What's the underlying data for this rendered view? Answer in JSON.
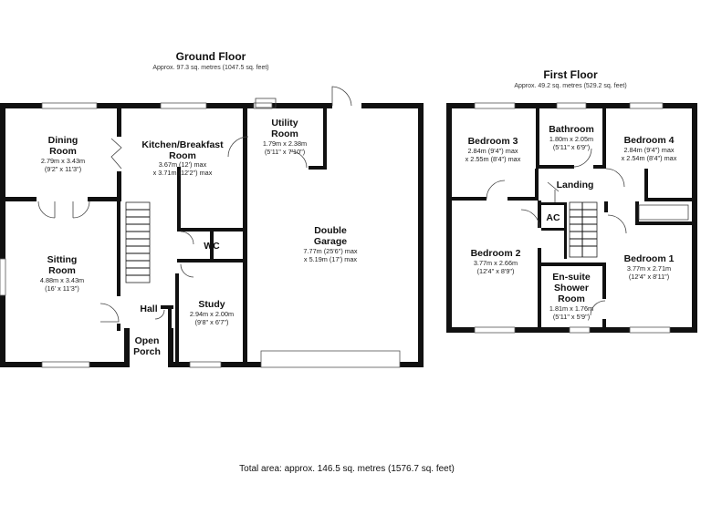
{
  "ground_floor": {
    "title": "Ground Floor",
    "area": "Approx. 97.3 sq. metres (1047.5 sq. feet)",
    "rooms": {
      "dining": {
        "name": [
          "Dining",
          "Room"
        ],
        "dims": [
          "2.79m x 3.43m",
          "(9'2\" x 11'3\")"
        ]
      },
      "kitchen": {
        "name": [
          "Kitchen/Breakfast",
          "Room"
        ],
        "dims": [
          "3.67m (12') max",
          "x 3.71m (12'2\") max"
        ]
      },
      "utility": {
        "name": [
          "Utility",
          "Room"
        ],
        "dims": [
          "1.79m x 2.38m",
          "(5'11\" x 7'10\")"
        ]
      },
      "garage": {
        "name": [
          "Double",
          "Garage"
        ],
        "dims": [
          "7.77m (25'6\") max",
          "x 5.19m (17') max"
        ]
      },
      "wc": {
        "name": [
          "WC"
        ],
        "dims": []
      },
      "sitting": {
        "name": [
          "Sitting",
          "Room"
        ],
        "dims": [
          "4.88m x 3.43m",
          "(16' x 11'3\")"
        ]
      },
      "hall": {
        "name": [
          "Hall"
        ],
        "dims": []
      },
      "study": {
        "name": [
          "Study"
        ],
        "dims": [
          "2.94m x 2.00m",
          "(9'8\" x 6'7\")"
        ]
      },
      "porch": {
        "name": [
          "Open",
          "Porch"
        ],
        "dims": []
      }
    }
  },
  "first_floor": {
    "title": "First Floor",
    "area": "Approx. 49.2 sq. metres (529.2 sq. feet)",
    "rooms": {
      "bed3": {
        "name": [
          "Bedroom 3"
        ],
        "dims": [
          "2.84m (9'4\") max",
          "x 2.55m (8'4\") max"
        ]
      },
      "bath": {
        "name": [
          "Bathroom"
        ],
        "dims": [
          "1.80m x 2.05m",
          "(5'11\" x 6'9\")"
        ]
      },
      "bed4": {
        "name": [
          "Bedroom 4"
        ],
        "dims": [
          "2.84m (9'4\") max",
          "x 2.54m (8'4\") max"
        ]
      },
      "landing": {
        "name": [
          "Landing"
        ],
        "dims": []
      },
      "ac": {
        "name": [
          "AC"
        ],
        "dims": []
      },
      "bed2": {
        "name": [
          "Bedroom 2"
        ],
        "dims": [
          "3.77m x 2.66m",
          "(12'4\" x 8'9\")"
        ]
      },
      "ensuite": {
        "name": [
          "En-suite",
          "Shower",
          "Room"
        ],
        "dims": [
          "1.81m x 1.76m",
          "(5'11\" x 5'9\")"
        ]
      },
      "bed1": {
        "name": [
          "Bedroom 1"
        ],
        "dims": [
          "3.77m x 2.71m",
          "(12'4\" x 8'11\")"
        ]
      }
    }
  },
  "total_area": "Total area: approx. 146.5 sq. metres (1576.7 sq. feet)"
}
